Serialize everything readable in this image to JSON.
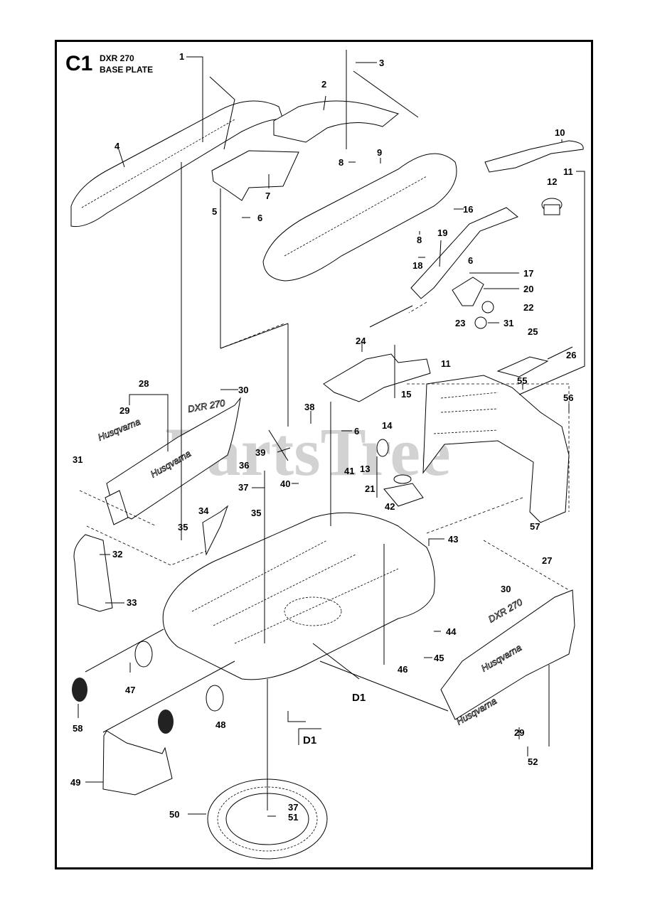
{
  "header": {
    "section_code": "C1",
    "model": "DXR 270",
    "title": "BASE PLATE"
  },
  "watermark": "PartsTree",
  "brand_logo_text": "Husqvarna",
  "model_decal_text": "DXR 270",
  "callouts": [
    {
      "id": "c1",
      "text": "1"
    },
    {
      "id": "c2",
      "text": "2"
    },
    {
      "id": "c3",
      "text": "3"
    },
    {
      "id": "c4",
      "text": "4"
    },
    {
      "id": "c5",
      "text": "5"
    },
    {
      "id": "c6a",
      "text": "6"
    },
    {
      "id": "c7",
      "text": "7"
    },
    {
      "id": "c8a",
      "text": "8"
    },
    {
      "id": "c9",
      "text": "9"
    },
    {
      "id": "c10",
      "text": "10"
    },
    {
      "id": "c11a",
      "text": "11"
    },
    {
      "id": "c12",
      "text": "12"
    },
    {
      "id": "c16",
      "text": "16"
    },
    {
      "id": "c8b",
      "text": "8"
    },
    {
      "id": "c19",
      "text": "19"
    },
    {
      "id": "c18",
      "text": "18"
    },
    {
      "id": "c6b",
      "text": "6"
    },
    {
      "id": "c17",
      "text": "17"
    },
    {
      "id": "c20",
      "text": "20"
    },
    {
      "id": "c22",
      "text": "22"
    },
    {
      "id": "c23",
      "text": "23"
    },
    {
      "id": "c31a",
      "text": "31"
    },
    {
      "id": "c25",
      "text": "25"
    },
    {
      "id": "c26",
      "text": "26"
    },
    {
      "id": "c24",
      "text": "24"
    },
    {
      "id": "c11b",
      "text": "11"
    },
    {
      "id": "c15",
      "text": "15"
    },
    {
      "id": "c55",
      "text": "55"
    },
    {
      "id": "c56",
      "text": "56"
    },
    {
      "id": "c28",
      "text": "28"
    },
    {
      "id": "c30a",
      "text": "30"
    },
    {
      "id": "c29a",
      "text": "29"
    },
    {
      "id": "c38",
      "text": "38"
    },
    {
      "id": "c6c",
      "text": "6"
    },
    {
      "id": "c14",
      "text": "14"
    },
    {
      "id": "c31b",
      "text": "31"
    },
    {
      "id": "c39",
      "text": "39"
    },
    {
      "id": "c36",
      "text": "36"
    },
    {
      "id": "c41",
      "text": "41"
    },
    {
      "id": "c13",
      "text": "13"
    },
    {
      "id": "c37a",
      "text": "37"
    },
    {
      "id": "c40",
      "text": "40"
    },
    {
      "id": "c21",
      "text": "21"
    },
    {
      "id": "c42",
      "text": "42"
    },
    {
      "id": "c34",
      "text": "34"
    },
    {
      "id": "c35a",
      "text": "35"
    },
    {
      "id": "c35b",
      "text": "35"
    },
    {
      "id": "c57",
      "text": "57"
    },
    {
      "id": "c43",
      "text": "43"
    },
    {
      "id": "c32",
      "text": "32"
    },
    {
      "id": "c27",
      "text": "27"
    },
    {
      "id": "c33",
      "text": "33"
    },
    {
      "id": "c30b",
      "text": "30"
    },
    {
      "id": "c44",
      "text": "44"
    },
    {
      "id": "c45",
      "text": "45"
    },
    {
      "id": "c46",
      "text": "46"
    },
    {
      "id": "c47",
      "text": "47"
    },
    {
      "id": "c58",
      "text": "58"
    },
    {
      "id": "c48",
      "text": "48"
    },
    {
      "id": "c29b",
      "text": "29"
    },
    {
      "id": "c52",
      "text": "52"
    },
    {
      "id": "c49",
      "text": "49"
    },
    {
      "id": "c50",
      "text": "50"
    },
    {
      "id": "c37b",
      "text": "37"
    },
    {
      "id": "c51",
      "text": "51"
    }
  ],
  "references": [
    {
      "id": "d1a",
      "text": "D1"
    },
    {
      "id": "d1b",
      "text": "D1"
    }
  ]
}
